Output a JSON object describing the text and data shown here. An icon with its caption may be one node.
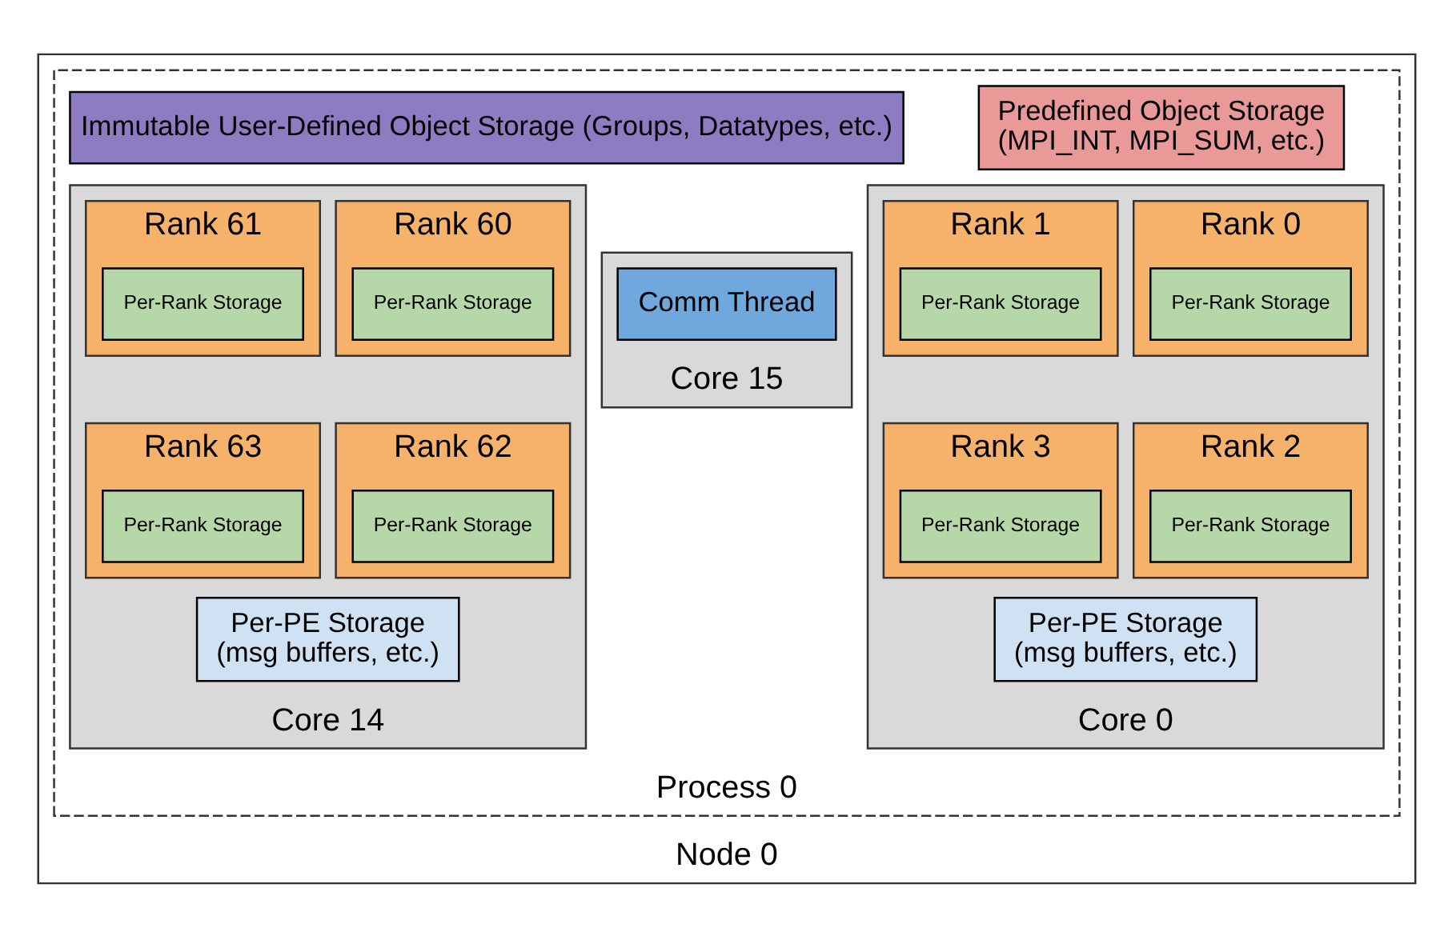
{
  "diagram": {
    "nodes": [
      {
        "text": [
          "Node 0"
        ]
      },
      {
        "text": [
          "Process 0"
        ],
        "in": 0
      },
      {
        "text": [
          "Predefined Object Storage",
          "(MPI_INT, MPI_SUM, etc.)"
        ],
        "in": 1
      },
      {
        "text": [
          "Immutable User-Defined Object Storage (Groups, Datatypes, etc.)"
        ],
        "in": 1
      },
      {
        "text": [
          "Core 0"
        ],
        "in": 1
      },
      {
        "text": [
          "Rank 0"
        ],
        "in": 4
      },
      {
        "text": [
          "Per-Rank Storage"
        ],
        "in": 5
      },
      {
        "text": [
          "Rank 1"
        ],
        "in": 4
      },
      {
        "text": [
          "Per-Rank Storage"
        ],
        "in": 7
      },
      {
        "text": [
          "Rank 2"
        ],
        "in": 4
      },
      {
        "text": [
          "Per-Rank Storage"
        ],
        "in": 9
      },
      {
        "text": [
          "Rank 3"
        ],
        "in": 4
      },
      {
        "text": [
          "Per-Rank Storage"
        ],
        "in": 11
      },
      {
        "text": [
          "Per-PE Storage",
          "(msg buffers, etc.)"
        ],
        "in": 4
      },
      {
        "text": [
          "Core 14"
        ],
        "in": 1
      },
      {
        "text": [
          "Rank 60"
        ],
        "in": 14
      },
      {
        "text": [
          "Per-Rank Storage"
        ],
        "in": 15
      },
      {
        "text": [
          "Rank 61"
        ],
        "in": 14
      },
      {
        "text": [
          "Per-Rank Storage"
        ],
        "in": 17
      },
      {
        "text": [
          "Rank 62"
        ],
        "in": 14
      },
      {
        "text": [
          "Per-Rank Storage"
        ],
        "in": 19
      },
      {
        "text": [
          "Rank 63"
        ],
        "in": 14
      },
      {
        "text": [
          "Per-Rank Storage"
        ],
        "in": 21
      },
      {
        "text": [
          "Per-PE Storage",
          "(msg buffers, etc.)"
        ],
        "in": 14
      },
      {
        "text": [
          "Core 15"
        ],
        "in": 1
      },
      {
        "text": [
          "Comm Thread"
        ],
        "in": 24
      }
    ]
  }
}
